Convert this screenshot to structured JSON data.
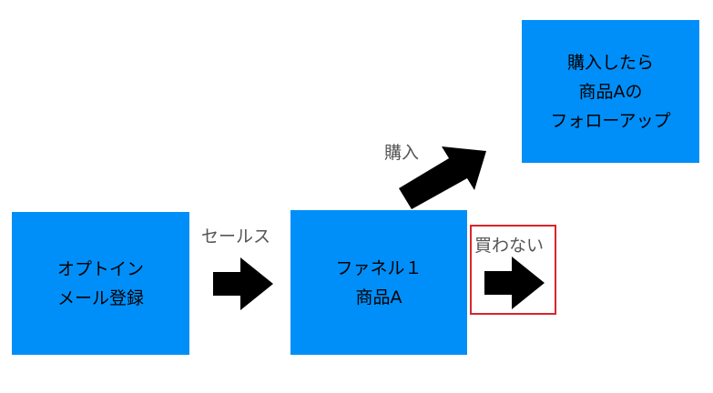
{
  "nodes": {
    "optin": {
      "line1": "オプトイン",
      "line2": "メール登録"
    },
    "funnel": {
      "line1": "ファネル１",
      "line2": "商品A"
    },
    "followup": {
      "line1": "購入したら",
      "line2": "商品Aの",
      "line3": "フォローアップ"
    }
  },
  "edges": {
    "sales": "セールス",
    "buy": "購入",
    "no_buy": "買わない"
  },
  "colors": {
    "box_fill": "#008ff8",
    "arrow": "#000000",
    "edge_label": "#555555",
    "highlight": "#d9252b"
  },
  "icons": {
    "sales_arrow": "right-arrow-icon",
    "buy_arrow": "up-right-arrow-icon",
    "no_buy_arrow": "right-arrow-icon"
  }
}
